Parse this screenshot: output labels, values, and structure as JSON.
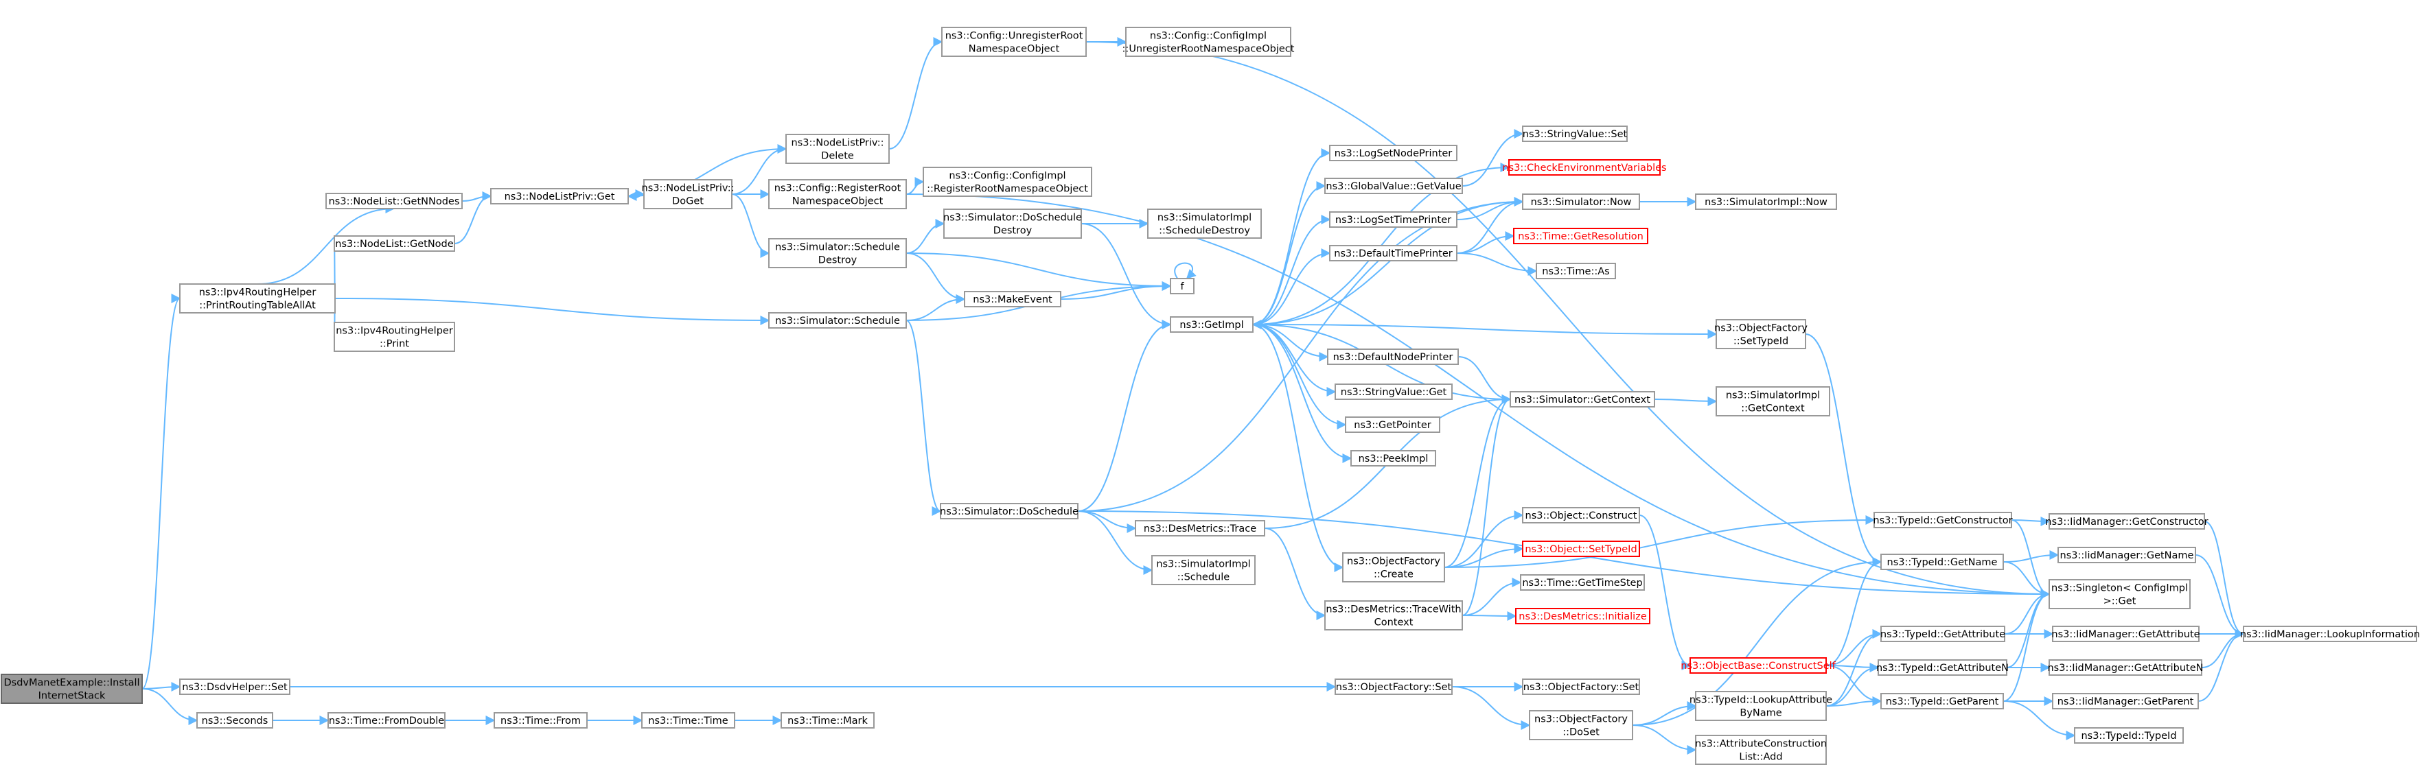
{
  "diagram": {
    "type": "call-graph",
    "colors": {
      "edge": "#63b8ff",
      "node_border": "#999999",
      "root_fill": "#999999",
      "warn": "#ff0000"
    },
    "nodes": [
      {
        "id": "root",
        "lines": [
          "DsdvManetExample::Install",
          "InternetStack"
        ],
        "style": "root"
      },
      {
        "id": "printRT",
        "lines": [
          "ns3::Ipv4RoutingHelper",
          "::PrintRoutingTableAllAt"
        ]
      },
      {
        "id": "dsdvSet",
        "lines": [
          "ns3::DsdvHelper::Set"
        ]
      },
      {
        "id": "seconds",
        "lines": [
          "ns3::Seconds"
        ]
      },
      {
        "id": "getNNodes",
        "lines": [
          "ns3::NodeList::GetNNodes"
        ]
      },
      {
        "id": "getNode",
        "lines": [
          "ns3::NodeList::GetNode"
        ]
      },
      {
        "id": "ipv4Print",
        "lines": [
          "ns3::Ipv4RoutingHelper",
          "::Print"
        ]
      },
      {
        "id": "nlpGet",
        "lines": [
          "ns3::NodeListPriv::Get"
        ]
      },
      {
        "id": "nlpDelete",
        "lines": [
          "ns3::NodeListPriv::",
          "Delete"
        ]
      },
      {
        "id": "nlpDoGet",
        "lines": [
          "ns3::NodeListPriv::",
          "DoGet"
        ]
      },
      {
        "id": "unregRoot",
        "lines": [
          "ns3::Config::UnregisterRoot",
          "NamespaceObject"
        ]
      },
      {
        "id": "cfgImplUnreg",
        "lines": [
          "ns3::Config::ConfigImpl",
          "::UnregisterRootNamespaceObject"
        ]
      },
      {
        "id": "regRoot",
        "lines": [
          "ns3::Config::RegisterRoot",
          "NamespaceObject"
        ]
      },
      {
        "id": "cfgImplReg",
        "lines": [
          "ns3::Config::ConfigImpl",
          "::RegisterRootNamespaceObject"
        ]
      },
      {
        "id": "schedDestroy",
        "lines": [
          "ns3::Simulator::Schedule",
          "Destroy"
        ]
      },
      {
        "id": "doSchedDestroy",
        "lines": [
          "ns3::Simulator::DoSchedule",
          "Destroy"
        ]
      },
      {
        "id": "simImplSchedDestroy",
        "lines": [
          "ns3::SimulatorImpl",
          "::ScheduleDestroy"
        ]
      },
      {
        "id": "simSchedule",
        "lines": [
          "ns3::Simulator::Schedule"
        ]
      },
      {
        "id": "makeEvent",
        "lines": [
          "ns3::MakeEvent"
        ]
      },
      {
        "id": "f",
        "lines": [
          "f"
        ]
      },
      {
        "id": "getImpl",
        "lines": [
          "ns3::GetImpl"
        ]
      },
      {
        "id": "doSchedule",
        "lines": [
          "ns3::Simulator::DoSchedule"
        ]
      },
      {
        "id": "desTrace",
        "lines": [
          "ns3::DesMetrics::Trace"
        ]
      },
      {
        "id": "simImplSchedule",
        "lines": [
          "ns3::SimulatorImpl",
          "::Schedule"
        ]
      },
      {
        "id": "logSetNodePrinter",
        "lines": [
          "ns3::LogSetNodePrinter"
        ]
      },
      {
        "id": "globalGetValue",
        "lines": [
          "ns3::GlobalValue::GetValue"
        ]
      },
      {
        "id": "logSetTimePrinter",
        "lines": [
          "ns3::LogSetTimePrinter"
        ]
      },
      {
        "id": "defaultTimePrinter",
        "lines": [
          "ns3::DefaultTimePrinter"
        ]
      },
      {
        "id": "defaultNodePrinter",
        "lines": [
          "ns3::DefaultNodePrinter"
        ]
      },
      {
        "id": "stringValueGet",
        "lines": [
          "ns3::StringValue::Get"
        ]
      },
      {
        "id": "getPointer",
        "lines": [
          "ns3::GetPointer"
        ]
      },
      {
        "id": "peekImpl",
        "lines": [
          "ns3::PeekImpl"
        ]
      },
      {
        "id": "ofCreate",
        "lines": [
          "ns3::ObjectFactory",
          "::Create"
        ]
      },
      {
        "id": "desTraceWith",
        "lines": [
          "ns3::DesMetrics::TraceWith",
          "Context"
        ]
      },
      {
        "id": "stringValueSet",
        "lines": [
          "ns3::StringValue::Set"
        ]
      },
      {
        "id": "checkEnv",
        "lines": [
          "ns3::CheckEnvironmentVariables"
        ],
        "style": "red"
      },
      {
        "id": "simNow",
        "lines": [
          "ns3::Simulator::Now"
        ]
      },
      {
        "id": "simImplNow",
        "lines": [
          "ns3::SimulatorImpl::Now"
        ]
      },
      {
        "id": "timeGetRes",
        "lines": [
          "ns3::Time::GetResolution"
        ],
        "style": "red"
      },
      {
        "id": "timeAs",
        "lines": [
          "ns3::Time::As"
        ]
      },
      {
        "id": "ofSetTypeId",
        "lines": [
          "ns3::ObjectFactory",
          "::SetTypeId"
        ]
      },
      {
        "id": "simGetContext",
        "lines": [
          "ns3::Simulator::GetContext"
        ]
      },
      {
        "id": "simImplGetContext",
        "lines": [
          "ns3::SimulatorImpl",
          "::GetContext"
        ]
      },
      {
        "id": "objConstruct",
        "lines": [
          "ns3::Object::Construct"
        ]
      },
      {
        "id": "objSetTypeId",
        "lines": [
          "ns3::Object::SetTypeId"
        ],
        "style": "red"
      },
      {
        "id": "timeGetTimeStep",
        "lines": [
          "ns3::Time::GetTimeStep"
        ]
      },
      {
        "id": "desInit",
        "lines": [
          "ns3::DesMetrics::Initialize"
        ],
        "style": "red"
      },
      {
        "id": "ofSet",
        "lines": [
          "ns3::ObjectFactory::Set"
        ]
      },
      {
        "id": "ofSet2",
        "lines": [
          "ns3::ObjectFactory::Set"
        ]
      },
      {
        "id": "ofDoSet",
        "lines": [
          "ns3::ObjectFactory",
          "::DoSet"
        ]
      },
      {
        "id": "objBaseConstructSelf",
        "lines": [
          "ns3::ObjectBase::ConstructSelf"
        ],
        "style": "red"
      },
      {
        "id": "tidLookupAttr",
        "lines": [
          "ns3::TypeId::LookupAttribute",
          "ByName"
        ]
      },
      {
        "id": "attrConstrAdd",
        "lines": [
          "ns3::AttributeConstruction",
          "List::Add"
        ]
      },
      {
        "id": "tidGetConstructor",
        "lines": [
          "ns3::TypeId::GetConstructor"
        ]
      },
      {
        "id": "tidGetName",
        "lines": [
          "ns3::TypeId::GetName"
        ]
      },
      {
        "id": "tidGetAttribute",
        "lines": [
          "ns3::TypeId::GetAttribute"
        ]
      },
      {
        "id": "tidGetAttributeN",
        "lines": [
          "ns3::TypeId::GetAttributeN"
        ]
      },
      {
        "id": "tidGetParent",
        "lines": [
          "ns3::TypeId::GetParent"
        ]
      },
      {
        "id": "tidTypeId",
        "lines": [
          "ns3::TypeId::TypeId"
        ]
      },
      {
        "id": "singletonGet",
        "lines": [
          "ns3::Singleton< ConfigImpl",
          " >::Get"
        ]
      },
      {
        "id": "iidGetConstructor",
        "lines": [
          "ns3::IidManager::GetConstructor"
        ]
      },
      {
        "id": "iidGetName",
        "lines": [
          "ns3::IidManager::GetName"
        ]
      },
      {
        "id": "iidGetAttribute",
        "lines": [
          "ns3::IidManager::GetAttribute"
        ]
      },
      {
        "id": "iidGetAttributeN",
        "lines": [
          "ns3::IidManager::GetAttributeN"
        ]
      },
      {
        "id": "iidGetParent",
        "lines": [
          "ns3::IidManager::GetParent"
        ]
      },
      {
        "id": "iidLookupInfo",
        "lines": [
          "ns3::IidManager::LookupInformation"
        ]
      }
    ],
    "edges": [
      [
        "root",
        "printRT"
      ],
      [
        "root",
        "dsdvSet"
      ],
      [
        "root",
        "seconds"
      ],
      [
        "printRT",
        "getNNodes"
      ],
      [
        "printRT",
        "getNode"
      ],
      [
        "printRT",
        "ipv4Print"
      ],
      [
        "printRT",
        "simSchedule"
      ],
      [
        "getNNodes",
        "nlpGet"
      ],
      [
        "getNode",
        "nlpGet"
      ],
      [
        "nlpGet",
        "nlpDoGet"
      ],
      [
        "nlpDoGet",
        "nlpDelete"
      ],
      [
        "nlpDelete",
        "nlpGet"
      ],
      [
        "nlpDelete",
        "unregRoot"
      ],
      [
        "nlpDoGet",
        "regRoot"
      ],
      [
        "nlpDoGet",
        "schedDestroy"
      ],
      [
        "unregRoot",
        "cfgImplUnreg"
      ],
      [
        "unregRoot",
        "singletonGet"
      ],
      [
        "regRoot",
        "cfgImplReg"
      ],
      [
        "regRoot",
        "singletonGet"
      ],
      [
        "schedDestroy",
        "doSchedDestroy"
      ],
      [
        "schedDestroy",
        "makeEvent"
      ],
      [
        "schedDestroy",
        "f"
      ],
      [
        "doSchedDestroy",
        "simImplSchedDestroy"
      ],
      [
        "doSchedDestroy",
        "getImpl"
      ],
      [
        "simSchedule",
        "makeEvent"
      ],
      [
        "simSchedule",
        "f"
      ],
      [
        "simSchedule",
        "doSchedule"
      ],
      [
        "makeEvent",
        "f"
      ],
      [
        "f",
        "f"
      ],
      [
        "doSchedule",
        "getImpl"
      ],
      [
        "doSchedule",
        "simNow"
      ],
      [
        "doSchedule",
        "desTrace"
      ],
      [
        "doSchedule",
        "simImplSchedule"
      ],
      [
        "doSchedule",
        "singletonGet"
      ],
      [
        "desTrace",
        "desTraceWith"
      ],
      [
        "desTrace",
        "simGetContext"
      ],
      [
        "getImpl",
        "logSetNodePrinter"
      ],
      [
        "getImpl",
        "globalGetValue"
      ],
      [
        "getImpl",
        "logSetTimePrinter"
      ],
      [
        "getImpl",
        "defaultTimePrinter"
      ],
      [
        "getImpl",
        "defaultNodePrinter"
      ],
      [
        "getImpl",
        "stringValueGet"
      ],
      [
        "getImpl",
        "getPointer"
      ],
      [
        "getImpl",
        "peekImpl"
      ],
      [
        "getImpl",
        "ofCreate"
      ],
      [
        "getImpl",
        "ofSetTypeId"
      ],
      [
        "getImpl",
        "checkEnv"
      ],
      [
        "globalGetValue",
        "stringValueSet"
      ],
      [
        "logSetTimePrinter",
        "simNow"
      ],
      [
        "defaultTimePrinter",
        "simNow"
      ],
      [
        "defaultTimePrinter",
        "timeGetRes"
      ],
      [
        "defaultTimePrinter",
        "timeAs"
      ],
      [
        "simNow",
        "getImpl"
      ],
      [
        "simNow",
        "simImplNow"
      ],
      [
        "defaultNodePrinter",
        "simGetContext"
      ],
      [
        "simGetContext",
        "simImplGetContext"
      ],
      [
        "simGetContext",
        "getImpl"
      ],
      [
        "ofSetTypeId",
        "tidGetName"
      ],
      [
        "ofCreate",
        "simGetContext"
      ],
      [
        "ofCreate",
        "objConstruct"
      ],
      [
        "ofCreate",
        "objSetTypeId"
      ],
      [
        "ofCreate",
        "tidGetConstructor"
      ],
      [
        "objConstruct",
        "objBaseConstructSelf"
      ],
      [
        "desTraceWith",
        "simGetContext"
      ],
      [
        "desTraceWith",
        "timeGetTimeStep"
      ],
      [
        "desTraceWith",
        "desInit"
      ],
      [
        "dsdvSet",
        "ofSet"
      ],
      [
        "ofSet",
        "ofSet2"
      ],
      [
        "ofSet",
        "ofDoSet"
      ],
      [
        "ofDoSet",
        "tidLookupAttr"
      ],
      [
        "ofDoSet",
        "attrConstrAdd"
      ],
      [
        "ofDoSet",
        "tidGetName"
      ],
      [
        "tidLookupAttr",
        "tidGetAttributeN"
      ],
      [
        "tidLookupAttr",
        "tidGetParent"
      ],
      [
        "tidLookupAttr",
        "tidGetAttribute"
      ],
      [
        "objBaseConstructSelf",
        "tidGetName"
      ],
      [
        "objBaseConstructSelf",
        "tidGetAttribute"
      ],
      [
        "objBaseConstructSelf",
        "tidGetAttributeN"
      ],
      [
        "objBaseConstructSelf",
        "tidGetParent"
      ],
      [
        "tidGetConstructor",
        "iidGetConstructor"
      ],
      [
        "tidGetConstructor",
        "singletonGet"
      ],
      [
        "tidGetName",
        "iidGetName"
      ],
      [
        "tidGetName",
        "singletonGet"
      ],
      [
        "tidGetAttribute",
        "iidGetAttribute"
      ],
      [
        "tidGetAttribute",
        "singletonGet"
      ],
      [
        "tidGetAttributeN",
        "iidGetAttributeN"
      ],
      [
        "tidGetAttributeN",
        "singletonGet"
      ],
      [
        "tidGetParent",
        "iidGetParent"
      ],
      [
        "tidGetParent",
        "singletonGet"
      ],
      [
        "tidGetParent",
        "tidTypeId"
      ],
      [
        "iidGetConstructor",
        "iidLookupInfo"
      ],
      [
        "iidGetName",
        "iidLookupInfo"
      ],
      [
        "iidGetAttribute",
        "iidLookupInfo"
      ],
      [
        "iidGetAttributeN",
        "iidLookupInfo"
      ],
      [
        "iidGetParent",
        "iidLookupInfo"
      ],
      [
        "seconds",
        "timeFromDouble"
      ],
      [
        "timeFromDouble",
        "timeFrom"
      ],
      [
        "timeFrom",
        "timeTime"
      ],
      [
        "timeTime",
        "timeMark"
      ]
    ],
    "extra_nodes": [
      {
        "id": "timeFromDouble",
        "lines": [
          "ns3::Time::FromDouble"
        ]
      },
      {
        "id": "timeFrom",
        "lines": [
          "ns3::Time::From"
        ]
      },
      {
        "id": "timeTime",
        "lines": [
          "ns3::Time::Time"
        ]
      },
      {
        "id": "timeMark",
        "lines": [
          "ns3::Time::Mark"
        ]
      }
    ]
  }
}
